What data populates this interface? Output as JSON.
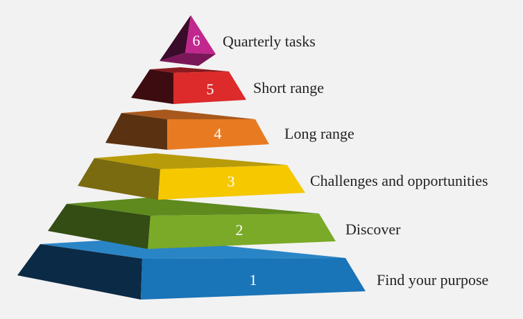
{
  "pyramid": {
    "levels": [
      {
        "number": "1",
        "label": "Find your purpose",
        "colors": {
          "front": "#1a74b8",
          "side": "#0b2a45",
          "top": "#2a85c6"
        }
      },
      {
        "number": "2",
        "label": "Discover",
        "colors": {
          "front": "#7aaa27",
          "side": "#334d14",
          "top": "#5e8a1e"
        }
      },
      {
        "number": "3",
        "label": "Challenges and opportunities",
        "colors": {
          "front": "#f5c800",
          "side": "#7a6a10",
          "top": "#b89b0a"
        }
      },
      {
        "number": "4",
        "label": "Long range",
        "colors": {
          "front": "#e87b22",
          "side": "#5a3212",
          "top": "#a8581c"
        }
      },
      {
        "number": "5",
        "label": "Short range",
        "colors": {
          "front": "#dd2a2a",
          "side": "#3d0c10",
          "top": "#8a1a1f"
        }
      },
      {
        "number": "6",
        "label": "Quarterly tasks",
        "colors": {
          "front": "#c2278e",
          "side": "#3b0b2b",
          "top": "#7a1758"
        }
      }
    ]
  }
}
